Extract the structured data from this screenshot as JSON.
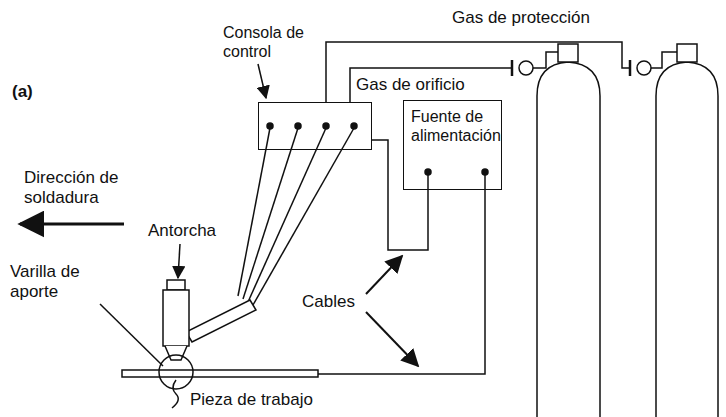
{
  "diagram": {
    "nodes": [
      {
        "text": [
          "Consola de control"
        ]
      },
      {
        "text": [
          "Fuente de alimentación"
        ]
      }
    ],
    "edges": [
      {
        "from": 0,
        "to": 1,
        "arrow": "none"
      }
    ],
    "labels": [
      "(a)",
      "Gas de protección",
      "Gas de orificio",
      "Dirección de soldadura",
      "Antorcha",
      "Varilla de aporte",
      "Cables",
      "Pieza de trabajo"
    ]
  }
}
